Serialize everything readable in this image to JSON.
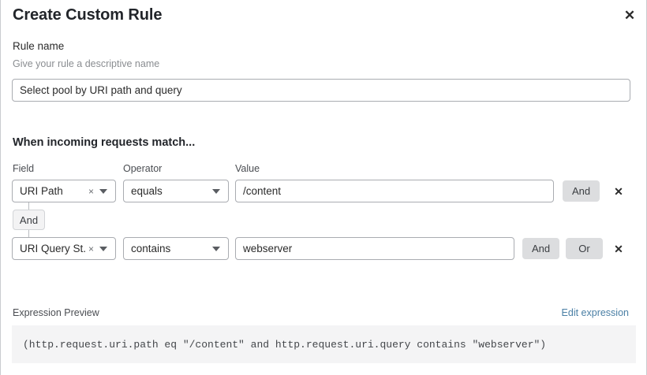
{
  "dialog": {
    "title": "Create Custom Rule",
    "close_label": "✕",
    "close_icon": "close-icon"
  },
  "rule_name": {
    "label": "Rule name",
    "help": "Give your rule a descriptive name",
    "value": "Select pool by URI path and query",
    "placeholder": "Give your rule a descriptive name"
  },
  "match": {
    "heading": "When incoming requests match...",
    "columns": {
      "field": "Field",
      "operator": "Operator",
      "value": "Value"
    },
    "connector_chip": "And",
    "rows": [
      {
        "field": "URI Path",
        "field_clear_icon": "clear-x-icon",
        "field_caret_icon": "chevron-down-icon",
        "operator": "equals",
        "operator_caret_icon": "chevron-down-icon",
        "value": "/content",
        "buttons": [
          "And"
        ],
        "remove_label": "✕",
        "remove_icon": "close-icon"
      },
      {
        "field": "URI Query St...",
        "field_clear_icon": "clear-x-icon",
        "field_caret_icon": "chevron-down-icon",
        "operator": "contains",
        "operator_caret_icon": "chevron-down-icon",
        "value": "webserver",
        "buttons": [
          "And",
          "Or"
        ],
        "remove_label": "✕",
        "remove_icon": "close-icon"
      }
    ],
    "clear_glyph": "×"
  },
  "expression_preview": {
    "label": "Expression Preview",
    "edit_link": "Edit expression",
    "expression": "(http.request.uri.path eq \"/content\" and http.request.uri.query contains \"webserver\")"
  },
  "colors": {
    "link": "#4a7fa5",
    "pill_bg": "#dcdddf",
    "code_bg": "#f4f4f5",
    "border": "#a9acb1"
  }
}
